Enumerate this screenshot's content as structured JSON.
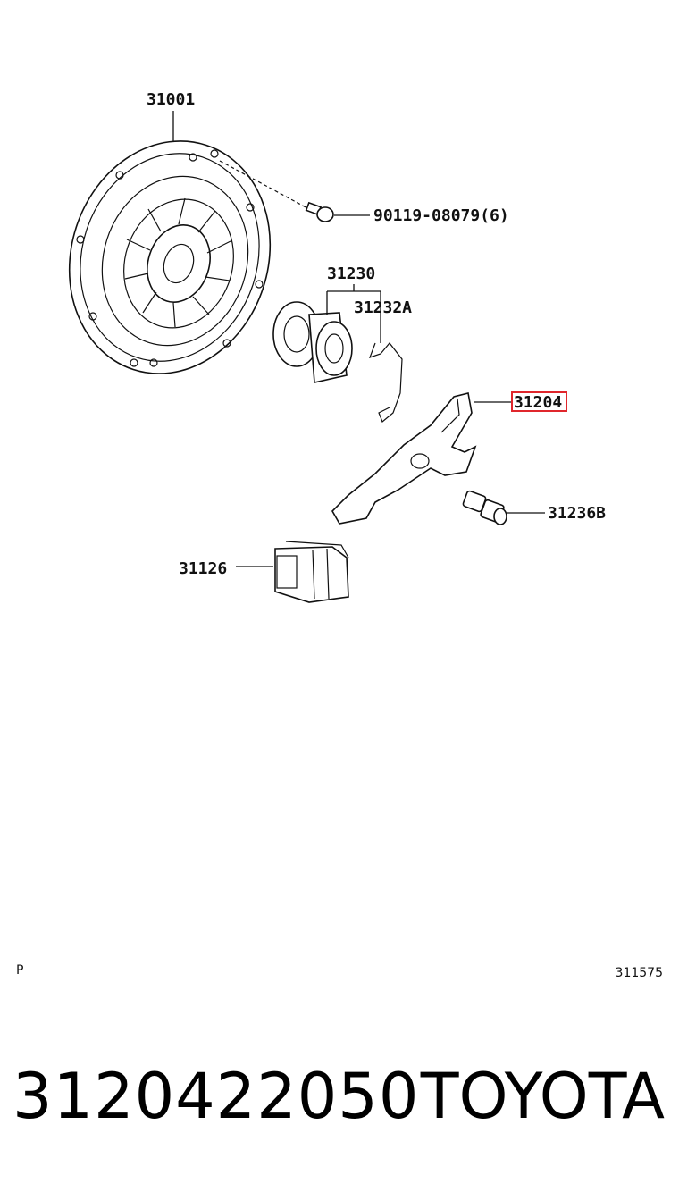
{
  "callouts": {
    "clutch_cover": "31001",
    "bolt": "90119-08079(6)",
    "release_bearing": "31230",
    "clip": "31232A",
    "release_fork": "31204",
    "fork_support": "31236B",
    "boot": "31126"
  },
  "highlight_color": "#e0262c",
  "corner_labels": {
    "left": "P",
    "right": "311575"
  },
  "footer": {
    "part_number": "3120422050",
    "brand": "TOYOTA"
  }
}
